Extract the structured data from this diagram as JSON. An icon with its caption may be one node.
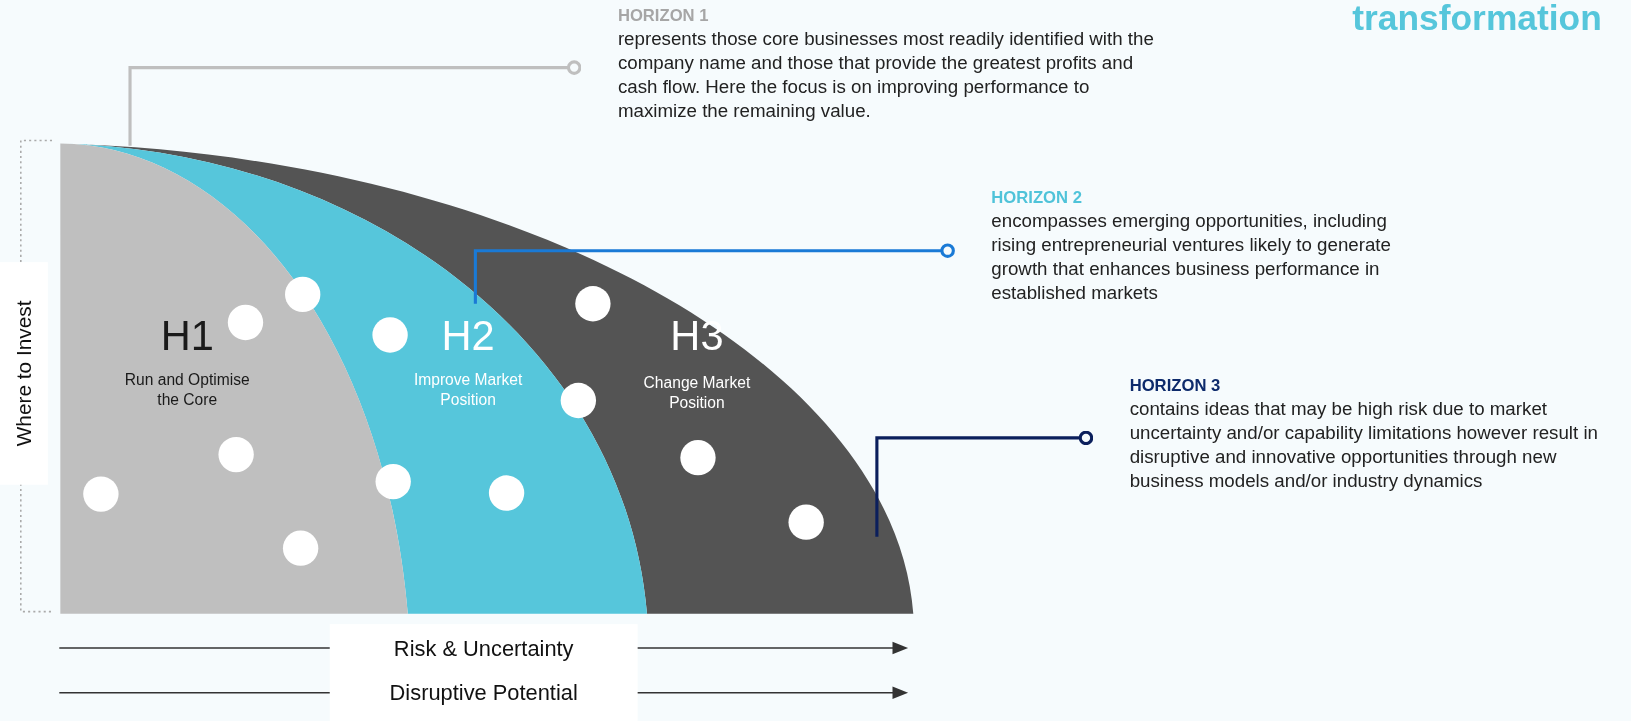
{
  "diagram": {
    "nodes": [
      {
        "text": [
          "H1",
          "Run and Optimise the Core"
        ]
      },
      {
        "text": [
          "H2",
          "Improve Market Position"
        ]
      },
      {
        "text": [
          "H3",
          "Change Market Position"
        ]
      },
      {
        "text": [
          "HORIZON 1",
          "represents those core businesses most readily identified with the company name and those that provide the greatest profits and cash flow. Here the focus is on improving performance to maximize the remaining value."
        ]
      },
      {
        "text": [
          "HORIZON 2",
          "encompasses emerging opportunities, including rising entrepreneurial ventures likely to generate growth that enhances business performance in established markets"
        ]
      },
      {
        "text": [
          "HORIZON 3",
          "contains ideas that may be high risk due to market uncertainty and/or capability limitations however result in disruptive and innovative opportunities through new business models and/or industry dynamics"
        ]
      }
    ],
    "edges": [
      {
        "from": 3,
        "to": 0,
        "arrow": "other",
        "color": "#bfbfbf"
      },
      {
        "from": 4,
        "to": 1,
        "arrow": "other",
        "color": "#1a7ad6"
      },
      {
        "from": 5,
        "to": 2,
        "arrow": "other",
        "color": "#0b1f5c"
      }
    ],
    "labels": [
      "transformation",
      "Where to Invest",
      "Risk & Uncertainty",
      "Disruptive Potential"
    ]
  }
}
